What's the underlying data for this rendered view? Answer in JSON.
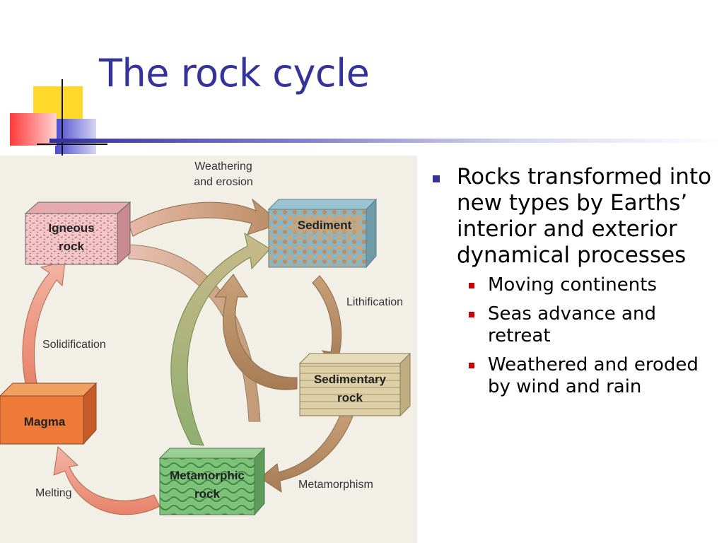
{
  "slide": {
    "title": "The rock cycle"
  },
  "diagram": {
    "nodes": {
      "igneous": [
        "Igneous",
        "rock"
      ],
      "sediment": [
        "Sediment"
      ],
      "sedimentary": [
        "Sedimentary",
        "rock"
      ],
      "metamorphic": [
        "Metamorphic",
        "rock"
      ],
      "magma": [
        "Magma"
      ]
    },
    "processes": {
      "weathering": [
        "Weathering",
        "and erosion"
      ],
      "lithification": "Lithification",
      "metamorphism": "Metamorphism",
      "melting": "Melting",
      "solidification": "Solidification"
    }
  },
  "bullets": {
    "main": "Rocks transformed into new types by Earths’ interior and exterior dynamical processes",
    "sub": [
      "Moving continents",
      "Seas advance and retreat",
      "Weathered and eroded by wind and rain"
    ]
  },
  "colors": {
    "title": "#333399",
    "main_bullet": "#333399",
    "sub_bullet": "#cc0000"
  }
}
